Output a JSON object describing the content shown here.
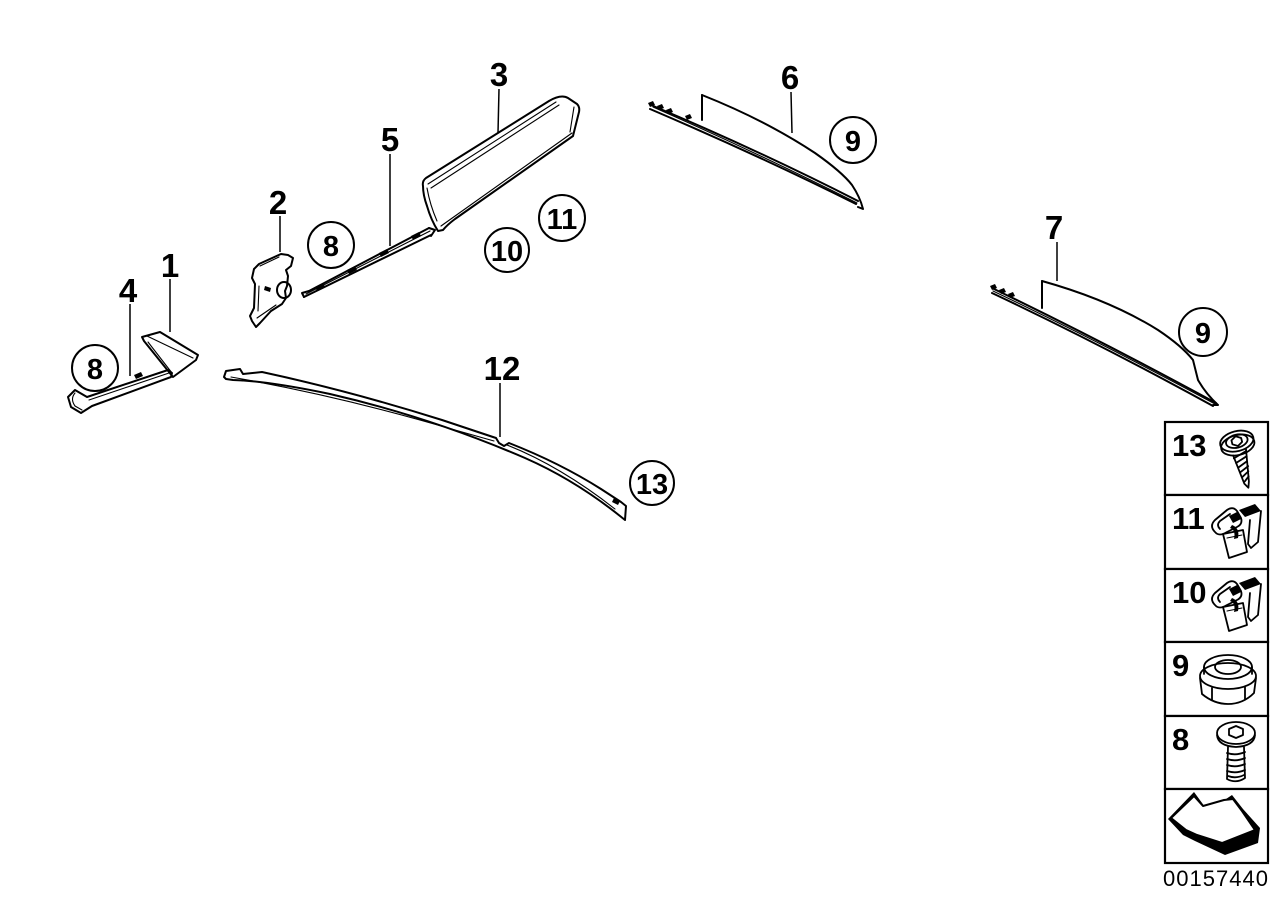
{
  "colors": {
    "line": "#000000",
    "background": "#ffffff"
  },
  "callouts": {
    "p1": "1",
    "p2": "2",
    "p3": "3",
    "p4": "4",
    "p5": "5",
    "p6": "6",
    "p7": "7",
    "p12": "12"
  },
  "fasteners": {
    "c8_left": "8",
    "c8_mid": "8",
    "c9_left": "9",
    "c9_right": "9",
    "c10": "10",
    "c11": "11",
    "c13": "13"
  },
  "legend": {
    "rows": [
      {
        "label": "13",
        "icon": "tapping-screw-icon"
      },
      {
        "label": "11",
        "icon": "spring-clip-icon"
      },
      {
        "label": "10",
        "icon": "spring-clip-icon"
      },
      {
        "label": "9",
        "icon": "lock-nut-icon"
      },
      {
        "label": "8",
        "icon": "button-head-screw-icon"
      }
    ],
    "arrow_icon": "direction-arrow-icon"
  },
  "footer": {
    "doc_number": "00157440"
  }
}
